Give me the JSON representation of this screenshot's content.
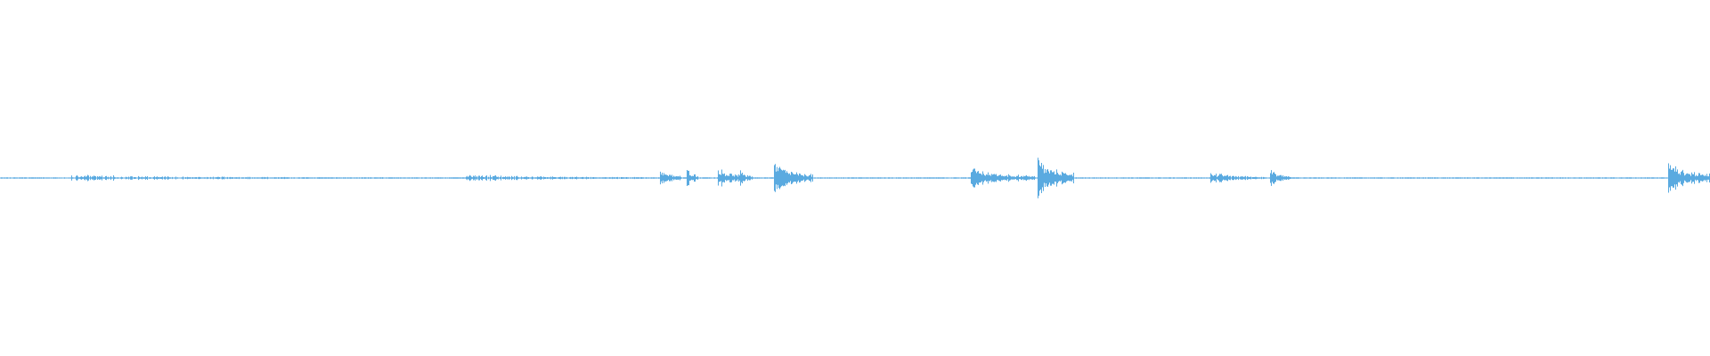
{
  "waveform": {
    "color": "#5aaae0",
    "background": "#ffffff",
    "duration_fraction_bursts": [
      {
        "start": 0.042,
        "end": 0.235,
        "amp": 0.01,
        "density": 0.6
      },
      {
        "start": 0.272,
        "end": 0.385,
        "amp": 0.012,
        "density": 0.7
      },
      {
        "start": 0.386,
        "end": 0.398,
        "amp": 0.03,
        "density": 1.0
      },
      {
        "start": 0.402,
        "end": 0.408,
        "amp": 0.04,
        "density": 1.0
      },
      {
        "start": 0.42,
        "end": 0.44,
        "amp": 0.032,
        "density": 1.0
      },
      {
        "start": 0.433,
        "end": 0.438,
        "amp": 0.036,
        "density": 1.0
      },
      {
        "start": 0.453,
        "end": 0.475,
        "amp": 0.055,
        "density": 1.0
      },
      {
        "start": 0.568,
        "end": 0.605,
        "amp": 0.035,
        "density": 1.0
      },
      {
        "start": 0.607,
        "end": 0.628,
        "amp": 0.07,
        "density": 1.0
      },
      {
        "start": 0.708,
        "end": 0.74,
        "amp": 0.02,
        "density": 0.9
      },
      {
        "start": 0.743,
        "end": 0.755,
        "amp": 0.03,
        "density": 1.0
      },
      {
        "start": 0.976,
        "end": 1.0,
        "amp": 0.06,
        "density": 1.0
      }
    ],
    "baseline_noise_amp": 0.002
  }
}
